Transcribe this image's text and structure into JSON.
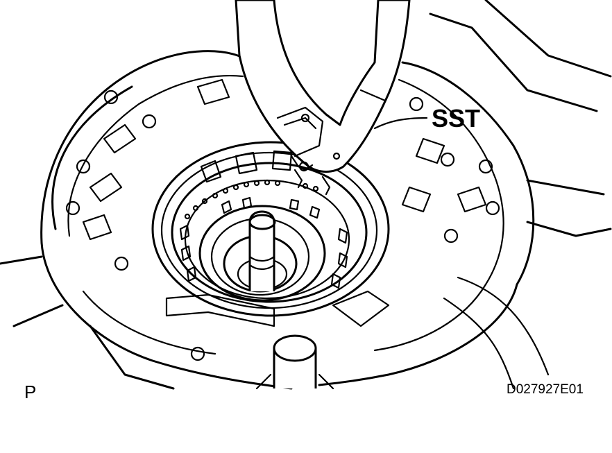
{
  "labels": {
    "sst": "SST",
    "p": "P",
    "figure_code": "D027927E01"
  },
  "colors": {
    "line": "#000000",
    "background": "#ffffff"
  }
}
